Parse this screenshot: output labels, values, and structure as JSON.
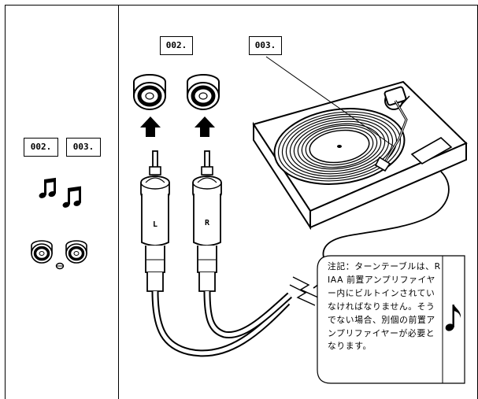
{
  "labels": {
    "left_tag_1": "002.",
    "left_tag_2": "003.",
    "main_tag_1": "002.",
    "main_tag_2": "003.",
    "plug_left": "L",
    "plug_right": "R"
  },
  "note": {
    "text": "注記：ターンテーブルは、RIAA 前置アンプリファイヤー内にビルトインされていなければなりません。そうでない場合、別個の前置アンプリファイヤーが必要となります。"
  },
  "icons": {
    "music_notes": "beamed-music-notes-icon",
    "note_symbol": "eighth-note-icon",
    "rca_jack": "rca-jack-icon",
    "arrow": "up-arrow-icon",
    "turntable": "turntable-icon"
  }
}
